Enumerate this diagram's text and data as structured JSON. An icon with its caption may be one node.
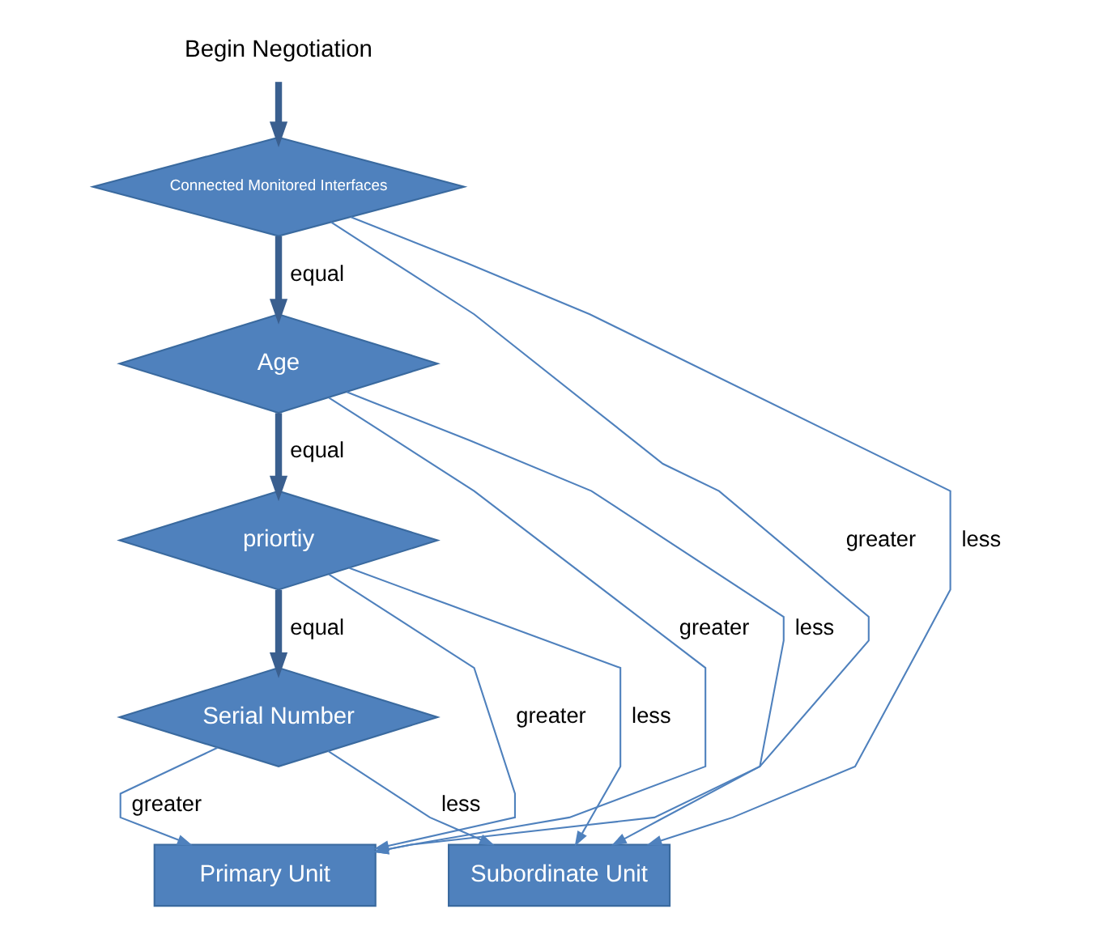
{
  "diagram": {
    "nodes": [
      {
        "text": [
          "Begin Negotiation"
        ]
      },
      {
        "text": [
          "Connected Monitored Interfaces"
        ]
      },
      {
        "text": [
          "Age"
        ]
      },
      {
        "text": [
          "priortiy"
        ]
      },
      {
        "text": [
          "Serial Number"
        ]
      },
      {
        "text": [
          "Primary Unit"
        ]
      },
      {
        "text": [
          "Subordinate Unit"
        ]
      }
    ],
    "edges": [
      {
        "from": 0,
        "to": 1,
        "arrow": "to",
        "style": "thick",
        "color": "#3a5f8f"
      },
      {
        "from": 1,
        "to": 5,
        "arrow": "to",
        "label": "greater"
      },
      {
        "from": 1,
        "to": 6,
        "arrow": "to",
        "label": "less"
      },
      {
        "from": 1,
        "to": 2,
        "arrow": "to",
        "label": "equal",
        "style": "thick",
        "color": "#3a5f8f"
      },
      {
        "from": 2,
        "to": 5,
        "arrow": "to",
        "label": "greater"
      },
      {
        "from": 2,
        "to": 6,
        "arrow": "to",
        "label": "less"
      },
      {
        "from": 2,
        "to": 3,
        "arrow": "to",
        "label": "equal",
        "style": "thick",
        "color": "#3a5f8f"
      },
      {
        "from": 3,
        "to": 5,
        "arrow": "to",
        "label": "greater"
      },
      {
        "from": 3,
        "to": 6,
        "arrow": "to",
        "label": "less"
      },
      {
        "from": 3,
        "to": 4,
        "arrow": "to",
        "label": "equal",
        "style": "thick",
        "color": "#3a5f8f"
      },
      {
        "from": 4,
        "to": 5,
        "arrow": "to",
        "label": "greater"
      },
      {
        "from": 4,
        "to": 6,
        "arrow": "to",
        "label": "less"
      }
    ]
  }
}
